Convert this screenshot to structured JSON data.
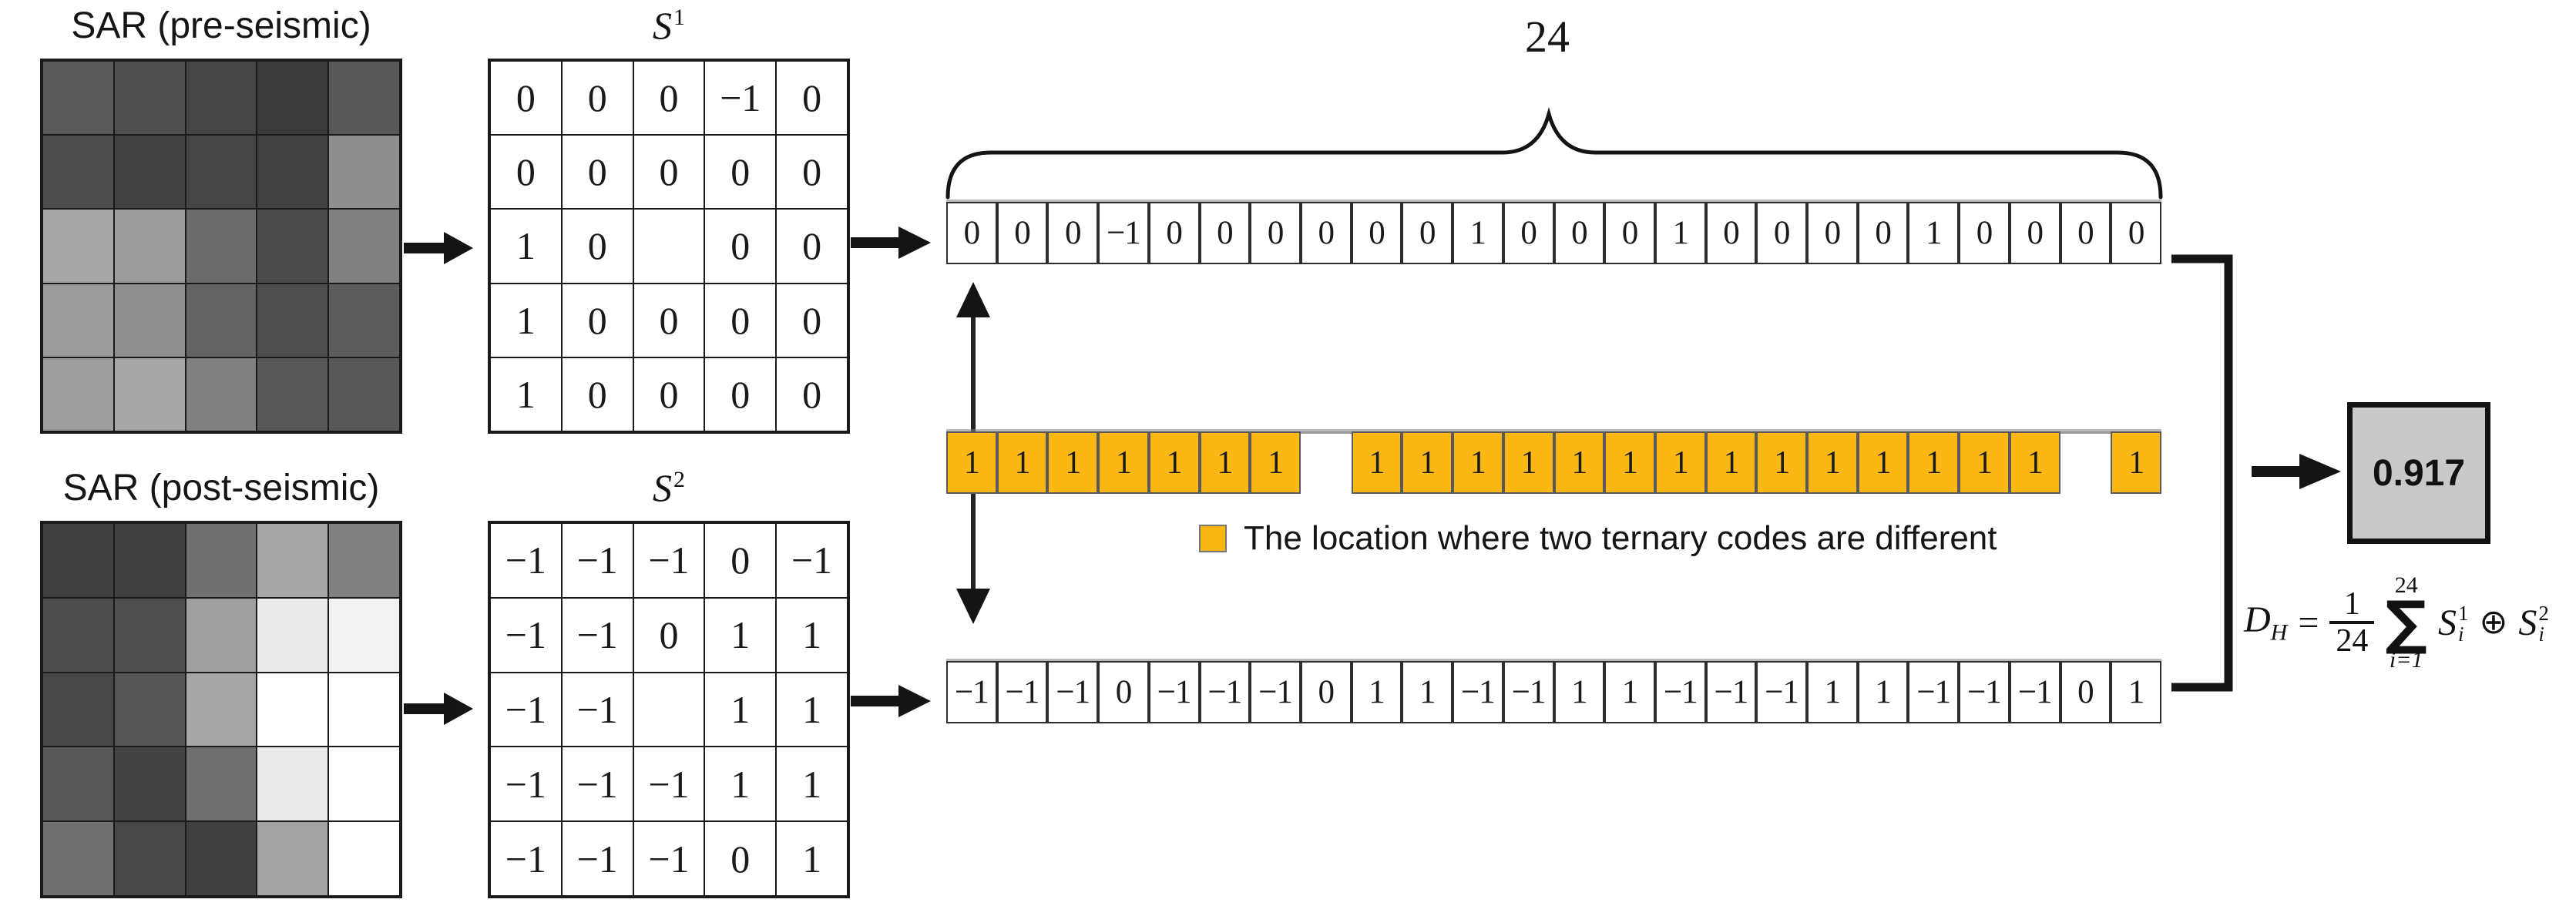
{
  "figure": {
    "pre_panel": {
      "title": "SAR (pre-seismic)"
    },
    "post_panel": {
      "title": "SAR (post-seismic)"
    },
    "s1_matrix": {
      "label_base": "S",
      "label_sup": "1"
    },
    "s2_matrix": {
      "label_base": "S",
      "label_sup": "2"
    }
  },
  "grids": {
    "pre_shades": [
      [
        "#595959",
        "#4f4f4f",
        "#454545",
        "#3a3a3a",
        "#575757"
      ],
      [
        "#4e4e4e",
        "#424242",
        "#454545",
        "#424242",
        "#8e8e8e"
      ],
      [
        "#a6a6a6",
        "#9c9c9c",
        "#6b6b6b",
        "#4a4a4a",
        "#808080"
      ],
      [
        "#9c9c9c",
        "#8f8f8f",
        "#646464",
        "#4f4f4f",
        "#5c5c5c"
      ],
      [
        "#9e9e9e",
        "#a6a6a6",
        "#808080",
        "#575757",
        "#575757"
      ]
    ],
    "post_shades": [
      [
        "#404040",
        "#404040",
        "#707070",
        "#a6a6a6",
        "#808080"
      ],
      [
        "#4c4c4c",
        "#4f4f4f",
        "#a0a0a0",
        "#eaeaea",
        "#f2f2f2"
      ],
      [
        "#474747",
        "#545454",
        "#a6a6a6",
        "#ffffff",
        "#ffffff"
      ],
      [
        "#575757",
        "#434343",
        "#707070",
        "#eaeaea",
        "#ffffff"
      ],
      [
        "#707070",
        "#474747",
        "#404040",
        "#a3a3a3",
        "#ffffff"
      ]
    ]
  },
  "matrices": {
    "s1": [
      [
        "0",
        "0",
        "0",
        "−1",
        "0"
      ],
      [
        "0",
        "0",
        "0",
        "0",
        "0"
      ],
      [
        "1",
        "0",
        "",
        "0",
        "0"
      ],
      [
        "1",
        "0",
        "0",
        "0",
        "0"
      ],
      [
        "1",
        "0",
        "0",
        "0",
        "0"
      ]
    ],
    "s2": [
      [
        "−1",
        "−1",
        "−1",
        "0",
        "−1"
      ],
      [
        "−1",
        "−1",
        "0",
        "1",
        "1"
      ],
      [
        "−1",
        "−1",
        "",
        "1",
        "1"
      ],
      [
        "−1",
        "−1",
        "−1",
        "1",
        "1"
      ],
      [
        "−1",
        "−1",
        "−1",
        "0",
        "1"
      ]
    ]
  },
  "codes": {
    "length_label": "24",
    "top_code": [
      "0",
      "0",
      "0",
      "−1",
      "0",
      "0",
      "0",
      "0",
      "0",
      "0",
      "1",
      "0",
      "0",
      "0",
      "1",
      "0",
      "0",
      "0",
      "0",
      "1",
      "0",
      "0",
      "0",
      "0"
    ],
    "diff_mask": [
      "1",
      "1",
      "1",
      "1",
      "1",
      "1",
      "1",
      "",
      "1",
      "1",
      "1",
      "1",
      "1",
      "1",
      "1",
      "1",
      "1",
      "1",
      "1",
      "1",
      "1",
      "1",
      "",
      "1"
    ],
    "bottom_code": [
      "−1",
      "−1",
      "−1",
      "0",
      "−1",
      "−1",
      "−1",
      "0",
      "1",
      "1",
      "−1",
      "−1",
      "1",
      "1",
      "−1",
      "−1",
      "−1",
      "1",
      "1",
      "−1",
      "−1",
      "−1",
      "0",
      "1"
    ]
  },
  "legend": {
    "swatch_color": "#FBB713",
    "label": "The location where two ternary codes are different"
  },
  "result": {
    "value": "0.917"
  },
  "formula": {
    "lhs_base": "D",
    "lhs_sub": "H",
    "equals": "=",
    "numerator": "1",
    "denominator": "24",
    "sum_upper": "24",
    "sum_symbol": "∑",
    "sum_lower": "i=1",
    "term1_base": "S",
    "term1_sup": "1",
    "term1_sub": "i",
    "operator": "⊕",
    "term2_base": "S",
    "term2_sup": "2",
    "term2_sub": "i"
  },
  "colors": {
    "highlight": "#FBB713",
    "result_bg": "#c9c9c9",
    "line": "#1a1a1a"
  }
}
